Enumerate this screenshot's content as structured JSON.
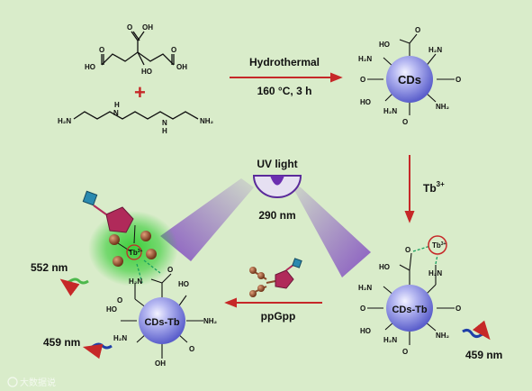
{
  "reaction": {
    "step1_condition_top": "Hydrothermal",
    "step1_condition_bottom": "160 °C, 3 h",
    "plus": "+",
    "step2_reagent": "Tb",
    "step2_superscript": "3+",
    "step3_reagent": "ppGpp"
  },
  "citric_acid": {
    "labels": [
      "O",
      "OH",
      "O",
      "HO",
      "HO",
      "OH",
      "O"
    ]
  },
  "amine": {
    "labels": [
      "H₂N",
      "H",
      "N",
      "H",
      "N",
      "NH₂"
    ]
  },
  "particles": {
    "cds_label": "CDs",
    "cds_tb_label": "CDs-Tb",
    "tb_label": "Tb",
    "tb_superscript": "3+",
    "groups": [
      "HO",
      "O",
      "H₂N",
      "O",
      "HO",
      "NH₂",
      "O",
      "OH",
      "H₂N",
      "O",
      "HO",
      "NH₂",
      "O",
      "OH",
      "H₂N"
    ]
  },
  "lamp": {
    "label": "UV light",
    "wavelength": "290 nm"
  },
  "emissions": {
    "left_green": "552 nm",
    "left_blue": "459 nm",
    "right_blue": "459 nm"
  },
  "watermark": "大数据说",
  "colors": {
    "background": "#d9ecca",
    "arrow": "#c62828",
    "cds_sphere": "#6b6fd6",
    "uv_beam": "#8a52c8",
    "green_glow": "#3fc23f",
    "tb_particle": "#8a4a2a"
  }
}
